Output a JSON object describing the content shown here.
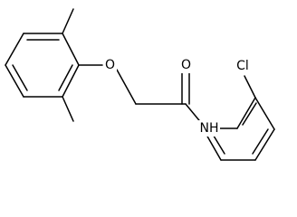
{
  "atoms": {
    "ether_oxygen": "O",
    "carbonyl_oxygen": "O",
    "amide_nitrogen": "NH",
    "chlorine": "Cl"
  },
  "colors": {
    "bond": "#000000",
    "label": "#000000",
    "background": "#ffffff"
  }
}
